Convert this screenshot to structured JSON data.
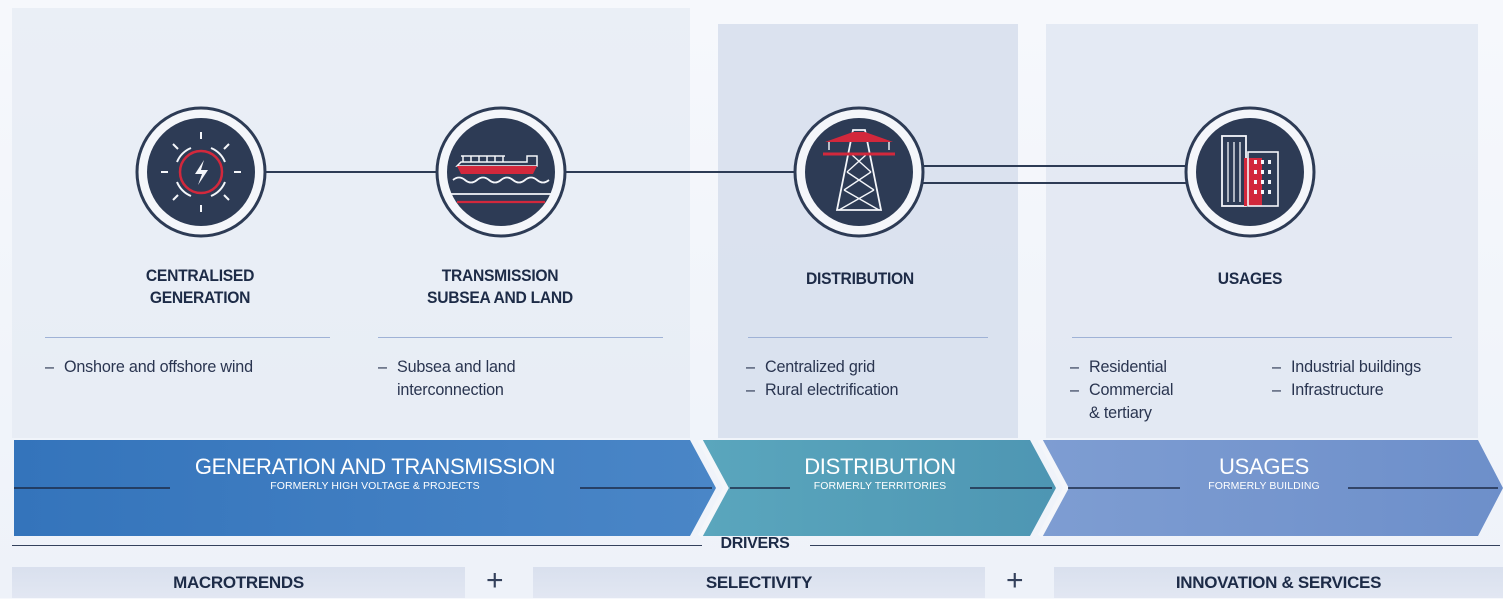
{
  "stages": [
    {
      "icon": "lightning-bolt-icon",
      "title_line1": "CENTRALISED",
      "title_line2": "GENERATION",
      "bullets": [
        "Onshore and offshore wind"
      ]
    },
    {
      "icon": "ship-icon",
      "title_line1": "TRANSMISSION",
      "title_line2": "SUBSEA AND LAND",
      "bullets": [
        "Subsea and land",
        "interconnection"
      ]
    },
    {
      "icon": "power-pylon-icon",
      "title_line1": "DISTRIBUTION",
      "bullets": [
        "Centralized grid",
        "Rural electrification"
      ]
    },
    {
      "icon": "buildings-icon",
      "title_line1": "USAGES",
      "bullets_left": [
        "Residential",
        "Commercial",
        "& tertiary"
      ],
      "bullets_right": [
        "Industrial buildings",
        "Infrastructure"
      ]
    }
  ],
  "dash": "–",
  "bands": [
    {
      "title": "GENERATION AND TRANSMISSION",
      "subtitle": "FORMERLY HIGH VOLTAGE & PROJECTS",
      "color": "#3d7cc2"
    },
    {
      "title": "DISTRIBUTION",
      "subtitle": "FORMERLY TERRITORIES",
      "color": "#4f9bb5"
    },
    {
      "title": "USAGES",
      "subtitle": "FORMERLY BUILDING",
      "color": "#7597cf"
    }
  ],
  "drivers": {
    "title": "DRIVERS",
    "items": [
      "MACROTRENDS",
      "SELECTIVITY",
      "INNOVATION & SERVICES"
    ],
    "plus": "+"
  },
  "colors": {
    "accent_red": "#d2283c",
    "navy": "#2d3b55"
  }
}
